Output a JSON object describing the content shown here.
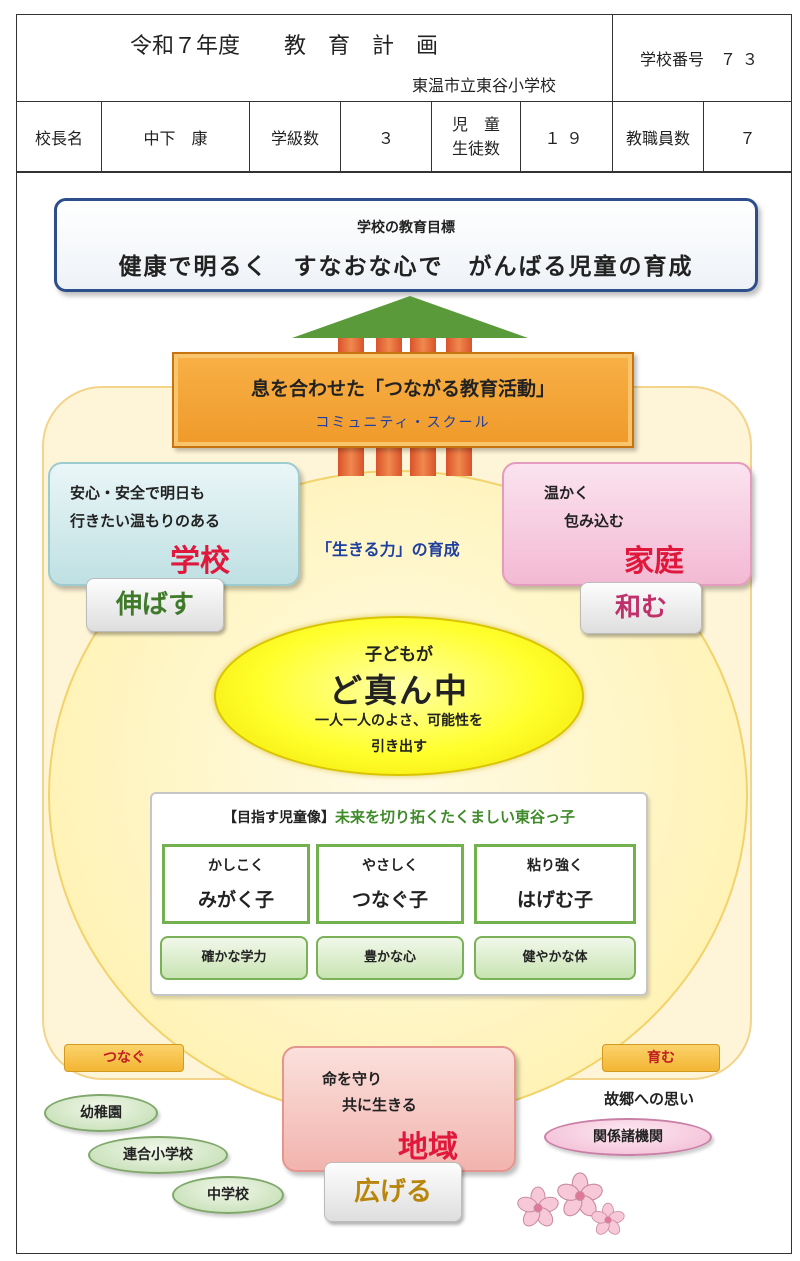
{
  "header": {
    "title": "令和７年度　　教　育　計　画",
    "school_name": "東温市立東谷小学校",
    "school_no_label": "学校番号",
    "school_no": "７３",
    "principal_label": "校長名",
    "principal": "中下　康",
    "classes_label": "学級数",
    "classes": "３",
    "students_label_1": "児　童",
    "students_label_2": "生徒数",
    "students": "１９",
    "staff_label": "教職員数",
    "staff": "７"
  },
  "goal": {
    "subtitle": "学校の教育目標",
    "text": "健康で明るく　すなおな心で　がんばる児童の育成"
  },
  "banner": {
    "title": "息を合わせた「つながる教育活動」",
    "subtitle": "コミュニティ・スクール"
  },
  "school_box": {
    "line1": "安心・安全で明日も",
    "line2": "行きたい温もりのある",
    "name": "学校",
    "button": "伸ばす"
  },
  "home_box": {
    "line1": "温かく",
    "line2": "包み込む",
    "name": "家庭",
    "button": "和む"
  },
  "ikiru": "「生きる力」の育成",
  "center": {
    "line1": "子どもが",
    "line2": "ど真ん中",
    "line3": "一人一人のよさ、可能性を",
    "line4": "引き出す"
  },
  "aim": {
    "label": "【目指す児童像】",
    "title": "未来を切り拓くたくましい東谷っ子",
    "kids": [
      {
        "small": "かしこく",
        "main": "みがく子",
        "pill": "確かな学力"
      },
      {
        "small": "やさしく",
        "main": "つなぐ子",
        "pill": "豊かな心"
      },
      {
        "small": "粘り強く",
        "main": "はげむ子",
        "pill": "健やかな体"
      }
    ]
  },
  "connect": {
    "label": "つなぐ",
    "items": [
      "幼稚園",
      "連合小学校",
      "中学校"
    ]
  },
  "nurture": {
    "label": "育む",
    "caption": "故郷への思い",
    "item": "関係諸機関"
  },
  "area_box": {
    "line1": "命を守り",
    "line2": "共に生きる",
    "name": "地域",
    "button": "広げる"
  },
  "colors": {
    "navy": "#2c4e8a",
    "green": "#5b9a3a",
    "orange": "#ef9a2a",
    "red": "#e0183c",
    "blue": "#1d3f9e"
  }
}
